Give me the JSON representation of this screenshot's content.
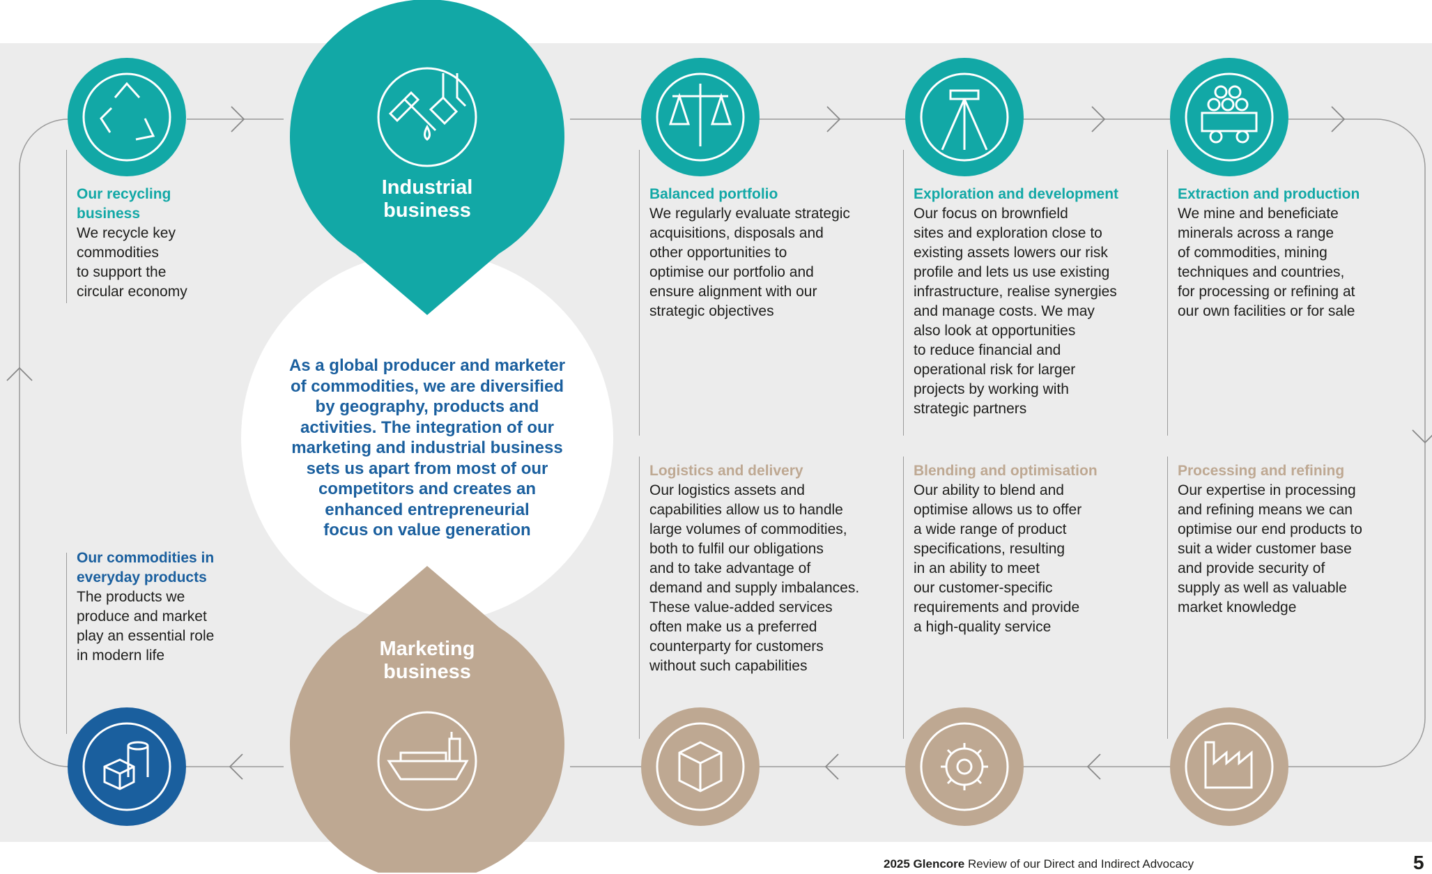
{
  "colors": {
    "teal": "#12a8a6",
    "tan": "#bea892",
    "blue": "#1a5f9e",
    "panel": "#ececec"
  },
  "industrial": {
    "title_line1": "Industrial",
    "title_line2": "business",
    "icon": "hammer-and-ladle-icon"
  },
  "marketing": {
    "title_line1": "Marketing",
    "title_line2": "business",
    "icon": "cargo-ship-icon"
  },
  "center_statement": {
    "lines": [
      "As a global producer and marketer",
      "of commodities, we are diversified",
      "by geography, products and",
      "activities. The integration of our",
      "marketing and industrial business",
      "sets us apart from most of our",
      "competitors and creates an",
      "enhanced entrepreneurial",
      "focus on value generation"
    ]
  },
  "stages": {
    "recycling": {
      "title_line1": "Our recycling",
      "title_line2": "business",
      "icon": "recycle-icon",
      "body": [
        "We recycle key",
        "commodities",
        "to support the",
        "circular economy"
      ]
    },
    "everyday": {
      "title_line1": "Our commodities in",
      "title_line2": "everyday products",
      "icon": "barrels-and-boxes-icon",
      "body": [
        "The products we",
        "produce and market",
        "play an essential role",
        "in modern life"
      ]
    },
    "balanced": {
      "title": "Balanced portfolio",
      "icon": "scales-icon",
      "body": [
        "We regularly evaluate strategic",
        "acquisitions, disposals and",
        "other opportunities to",
        "optimise our portfolio and",
        "ensure alignment with our",
        "strategic objectives"
      ]
    },
    "exploration": {
      "title": "Exploration and development",
      "icon": "survey-tripod-icon",
      "body": [
        "Our focus on brownfield",
        "sites and exploration close to",
        "existing assets lowers our risk",
        "profile and lets us use existing",
        "infrastructure, realise synergies",
        "and manage costs. We may",
        "also look at opportunities",
        "to reduce financial and",
        "operational risk for larger",
        "projects by working with",
        "strategic partners"
      ]
    },
    "extraction": {
      "title": "Extraction and production",
      "icon": "mine-cart-icon",
      "body": [
        "We mine and beneficiate",
        "minerals across a range",
        "of commodities, mining",
        "techniques and countries,",
        "for processing or refining at",
        "our own facilities or for sale"
      ]
    },
    "logistics": {
      "title": "Logistics and delivery",
      "icon": "package-box-icon",
      "body": [
        "Our logistics assets and",
        "capabilities allow us to handle",
        "large volumes of commodities,",
        "both to fulfil our obligations",
        "and to take advantage of",
        "demand and supply imbalances.",
        "These value-added services",
        "often make us a preferred",
        "counterparty for customers",
        "without such capabilities"
      ]
    },
    "blending": {
      "title": "Blending and optimisation",
      "icon": "gear-icon",
      "body": [
        "Our ability to blend and",
        "optimise allows us to offer",
        "a wide range of product",
        "specifications, resulting",
        "in an ability to meet",
        "our customer-specific",
        "requirements and provide",
        "a high-quality service"
      ]
    },
    "processing": {
      "title": "Processing and refining",
      "icon": "factory-icon",
      "body": [
        "Our expertise in processing",
        "and refining means we can",
        "optimise our end products to",
        "suit a wider customer base",
        "and provide security of",
        "supply as well as valuable",
        "market knowledge"
      ]
    }
  },
  "footer": {
    "year_brand": "2025 Glencore",
    "rest": "Review of our Direct and Indirect Advocacy",
    "page": "5"
  }
}
